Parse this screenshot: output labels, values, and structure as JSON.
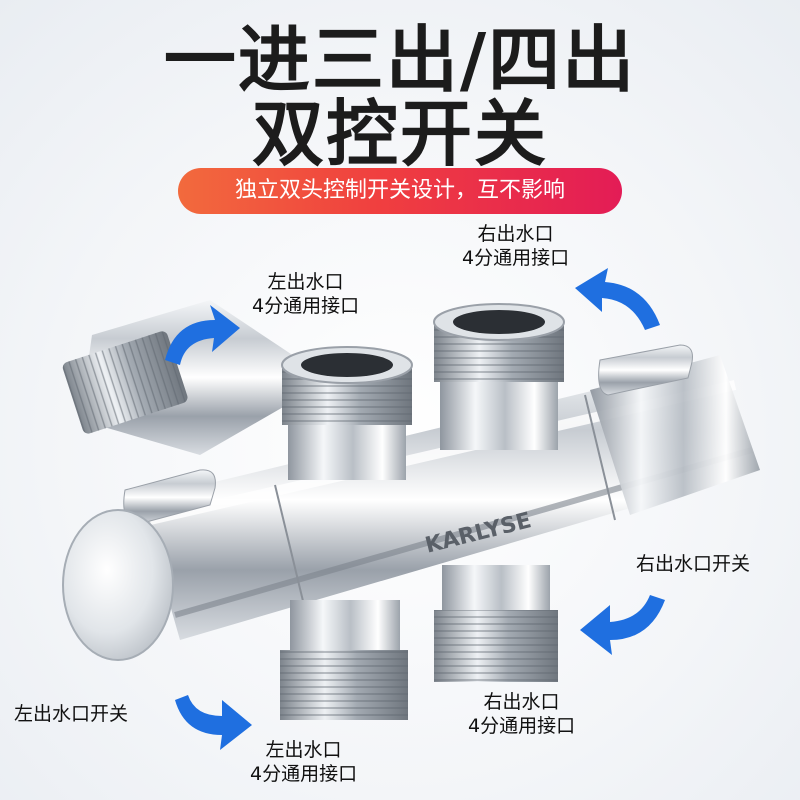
{
  "headline": {
    "line1": "一进三出/四出",
    "line2": "双控开关"
  },
  "banner": {
    "text": "独立双头控制开关设计，互不影响"
  },
  "product": {
    "brand": "KARLYSE"
  },
  "labels": {
    "left_outlet_top": {
      "line1": "左出水口",
      "line2": "4分通用接口"
    },
    "right_outlet_top": {
      "line1": "右出水口",
      "line2": "4分通用接口"
    },
    "right_outlet_switch": "右出水口开关",
    "left_outlet_switch": "左出水口开关",
    "right_outlet_bottom": {
      "line1": "右出水口",
      "line2": "4分通用接口"
    },
    "left_outlet_bottom": {
      "line1": "左出水口",
      "line2": "4分通用接口"
    }
  },
  "colors": {
    "arrow": "#1f6fe0",
    "banner_start": "#f26a3d",
    "banner_end": "#e31c56",
    "headline": "#1c1c1c"
  }
}
